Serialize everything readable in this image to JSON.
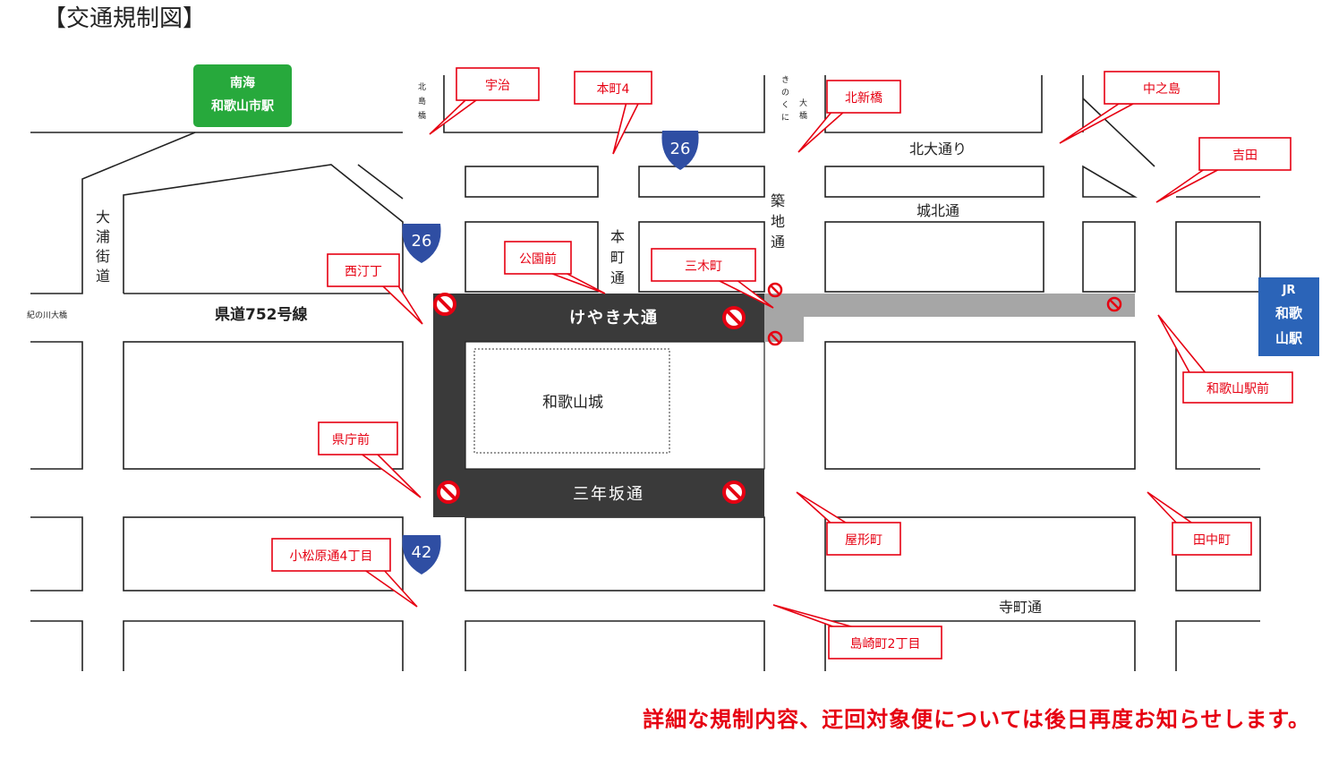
{
  "title": "【交通規制図】",
  "notice": "詳細な規制内容、迂回対象便については後日再度お知らせします。",
  "stations": {
    "nankai": {
      "line1": "南海",
      "line2": "和歌山市駅",
      "color": "#27a93c"
    },
    "jr": {
      "line1": "JR",
      "line2": "和歌",
      "line3": "山駅",
      "color": "#2b64b8"
    }
  },
  "roads": {
    "prefectural": "県道752号線",
    "keyaki": "けやき大通",
    "sannenzaka": "三年坂通",
    "kitaodori": "北大通り",
    "johoku": "城北通",
    "teramachi": "寺町通",
    "honmachi": [
      "本",
      "町",
      "通"
    ],
    "tsukiji": [
      "築",
      "地",
      "通"
    ],
    "oura": [
      "大",
      "浦",
      "街",
      "道"
    ],
    "kitajima_bridge": [
      "北",
      "島",
      "橋"
    ],
    "kinokuni_bridge": [
      "き",
      "の",
      "く",
      "に"
    ],
    "ohashi": [
      "大",
      "橋"
    ],
    "kinokawa_bridge": "紀の川大橋"
  },
  "landmark": "和歌山城",
  "route_shields": [
    "26",
    "26",
    "42"
  ],
  "stop_labels": [
    "宇治",
    "本町4",
    "北新橋",
    "中之島",
    "吉田",
    "公園前",
    "三木町",
    "西汀丁",
    "和歌山駅前",
    "県庁前",
    "屋形町",
    "田中町",
    "小松原通4丁目",
    "島崎町2丁目"
  ],
  "colors": {
    "closure": "#3a3a3a",
    "callout": "#e60012",
    "shield": "#2f4ea3",
    "detour": "#a6a6a6"
  }
}
